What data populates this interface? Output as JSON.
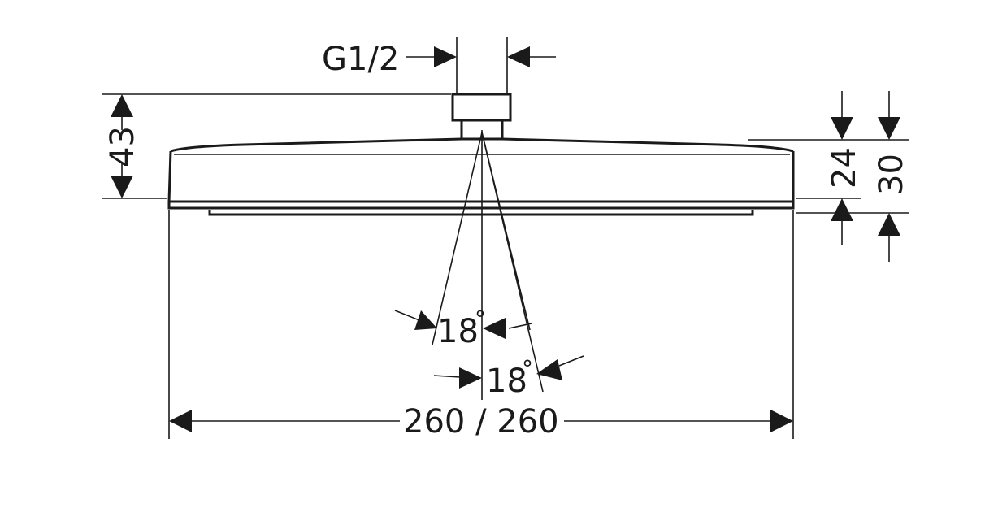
{
  "labels": {
    "thread": "G1/2",
    "height_total": "43",
    "height_body": "24",
    "height_max": "30",
    "angle_inner": "18",
    "angle_outer": "18",
    "angle_unit": "°",
    "width": "260 / 260"
  },
  "colors": {
    "line": "#1a1a1a",
    "background": "#ffffff"
  }
}
